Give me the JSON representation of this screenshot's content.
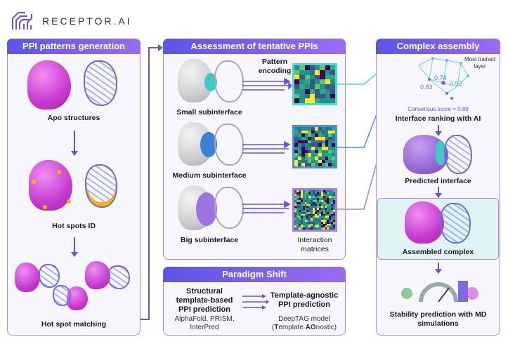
{
  "brand": {
    "name": "RECEPTOR.AI"
  },
  "panels": {
    "generation": {
      "title": "PPI patterns generation",
      "steps": [
        "Apo structures",
        "Hot spots ID",
        "Hot spot matching"
      ]
    },
    "assessment": {
      "title": "Assessment of tentative PPIs",
      "pattern_encoding": "Pattern encoding",
      "rows": [
        "Small subinterface",
        "Medium subinterface",
        "Big subinterface"
      ],
      "matrices_label": "Interaction matrices"
    },
    "paradigm": {
      "title": "Paradigm Shift",
      "left_title": "Structural template-based PPI prediction",
      "left_examples": "AlphaFold, PRISM, InterPred",
      "right_title": "Template-agnostic PPI prediction",
      "right_model": "DeepTAG model",
      "right_paren_open": "(",
      "right_t": "T",
      "right_mid": "emplate ",
      "right_ag": "AG",
      "right_end": "nostic)"
    },
    "assembly": {
      "title": "Complex assembly",
      "layer_label": "Most trained layer",
      "scores": [
        "0.74",
        "0.92",
        "0.83"
      ],
      "consensus": "Consensus score = 0.89",
      "steps": [
        "Interface ranking with AI",
        "Predicted interface",
        "Assembled complex",
        "Stability prediction with MD simulations"
      ]
    }
  },
  "colors": {
    "accent": "#5b55e8",
    "accent2": "#9a6cf0",
    "cyan": "#4fd6d6",
    "blue": "#4a8fe0",
    "purple": "#a57de8",
    "magenta": "#d146d6"
  }
}
